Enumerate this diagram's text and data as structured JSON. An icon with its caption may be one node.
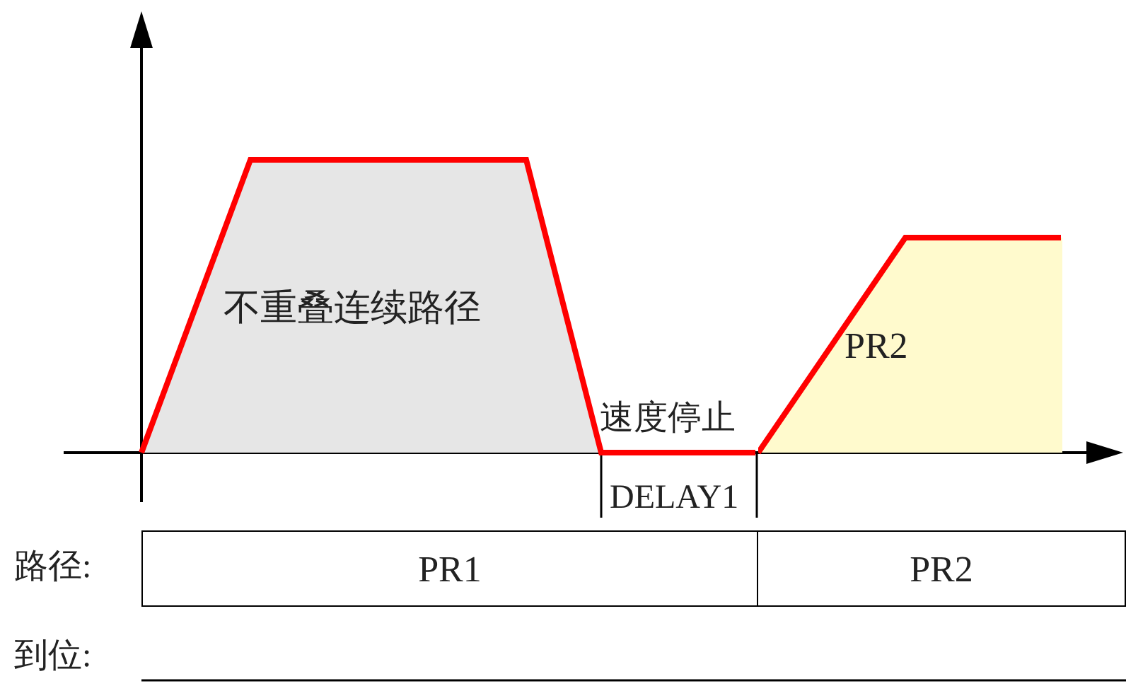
{
  "diagram": {
    "nodes": [
      {
        "text": [
          "不重叠连续路径"
        ]
      },
      {
        "text": [
          "PR2"
        ]
      },
      {
        "text": [
          "PR1"
        ]
      },
      {
        "text": [
          "PR2"
        ]
      }
    ],
    "labels": [
      "速度停止",
      "DELAY1",
      "路径:",
      "到位:"
    ]
  }
}
